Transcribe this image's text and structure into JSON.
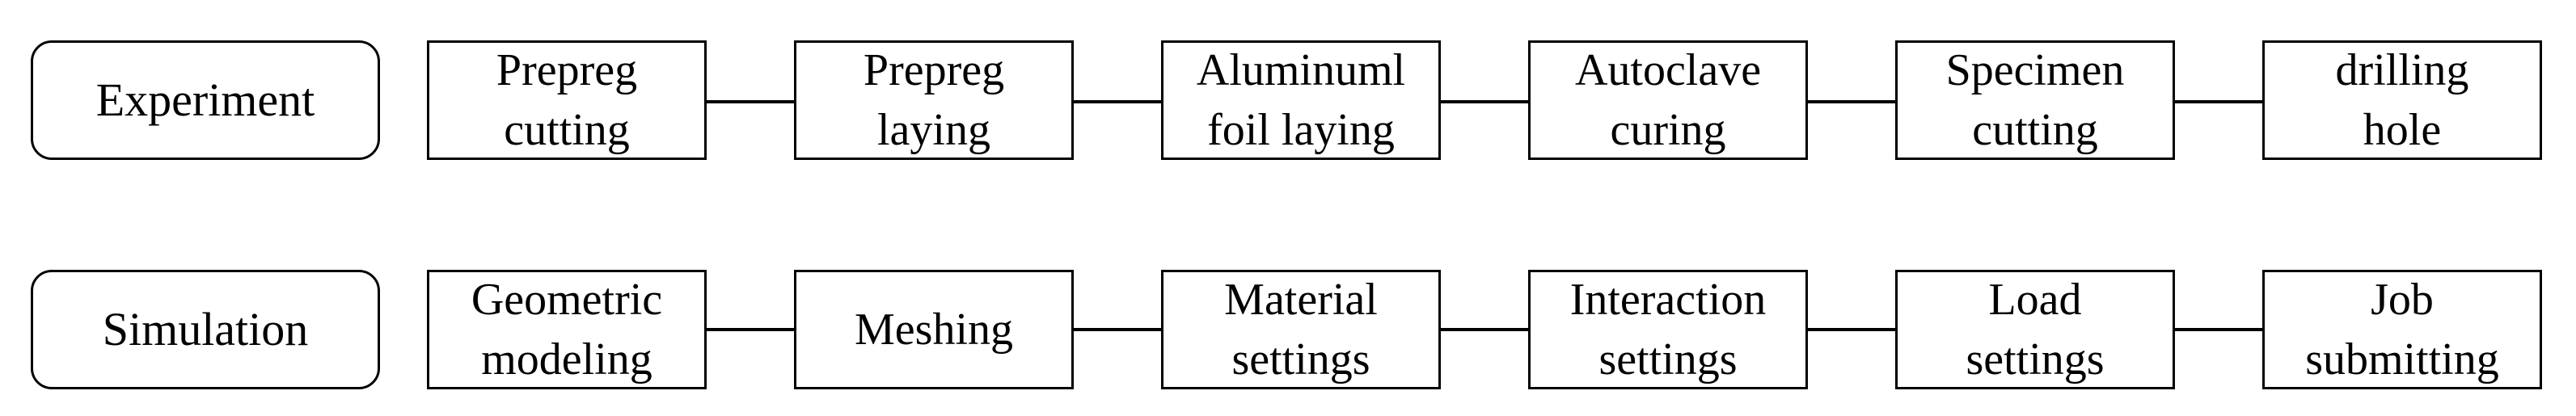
{
  "rows": [
    {
      "label": "Experiment",
      "steps": [
        {
          "lines": [
            "Prepreg",
            "cutting"
          ]
        },
        {
          "lines": [
            "Prepreg",
            "laying"
          ]
        },
        {
          "lines": [
            "Aluminuml",
            "foil laying"
          ]
        },
        {
          "lines": [
            "Autoclave",
            "curing"
          ]
        },
        {
          "lines": [
            "Specimen",
            "cutting"
          ]
        },
        {
          "lines": [
            "drilling",
            "hole"
          ]
        }
      ]
    },
    {
      "label": "Simulation",
      "steps": [
        {
          "lines": [
            "Geometric",
            "modeling"
          ]
        },
        {
          "lines": [
            "Meshing"
          ]
        },
        {
          "lines": [
            "Material",
            "settings"
          ]
        },
        {
          "lines": [
            "Interaction",
            "settings"
          ]
        },
        {
          "lines": [
            "Load",
            "settings"
          ]
        },
        {
          "lines": [
            "Job",
            "submitting"
          ]
        }
      ]
    }
  ]
}
